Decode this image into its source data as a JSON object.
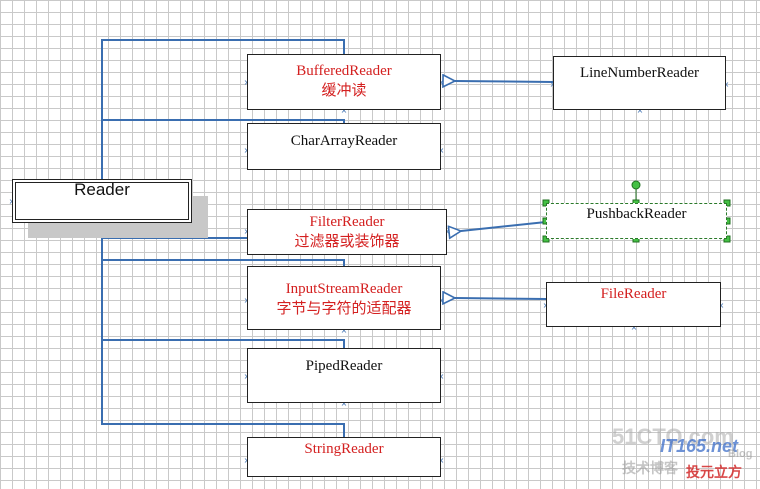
{
  "diagram": {
    "root": {
      "label": "Reader"
    },
    "nodes": [
      {
        "id": "buffered",
        "name": "BufferedReader",
        "sub": "缓冲读",
        "red": true
      },
      {
        "id": "chararray",
        "name": "CharArrayReader",
        "sub": "",
        "red": false
      },
      {
        "id": "filter",
        "name": "FilterReader",
        "sub": "过滤器或装饰器",
        "red": true
      },
      {
        "id": "inputstream",
        "name": "InputStreamReader",
        "sub": "字节与字符的适配器",
        "red": true
      },
      {
        "id": "piped",
        "name": "PipedReader",
        "sub": "",
        "red": false
      },
      {
        "id": "string",
        "name": "StringReader",
        "sub": "",
        "red": true
      }
    ],
    "subclasses": [
      {
        "id": "linenumber",
        "name": "LineNumberReader",
        "parent": "buffered",
        "red": false
      },
      {
        "id": "pushback",
        "name": "PushbackReader",
        "parent": "filter",
        "red": false,
        "selected": true
      },
      {
        "id": "file",
        "name": "FileReader",
        "parent": "inputstream",
        "red": true
      }
    ],
    "colors": {
      "connector": "#3a6eb0",
      "arrow": "#3a6eb0",
      "red_text": "#d42020",
      "selection": "#44c044"
    }
  },
  "watermark": {
    "site": "51CTO.com",
    "tagline": "技术博客",
    "sub": "Blog",
    "logo": "IT165.net",
    "slogan": "投元立方"
  }
}
